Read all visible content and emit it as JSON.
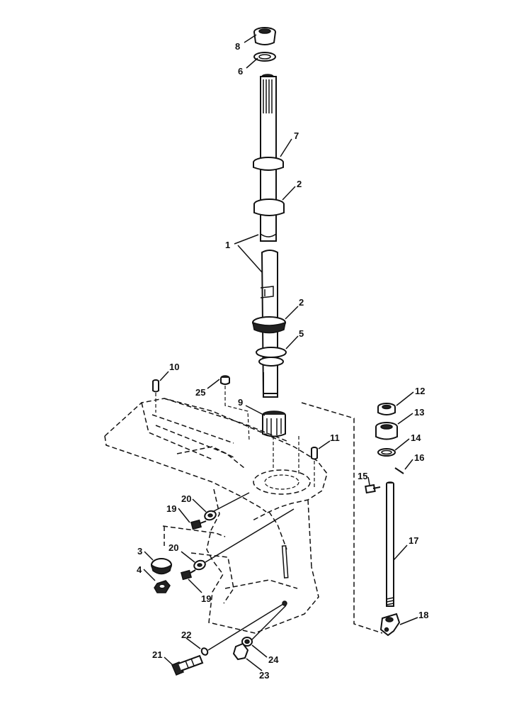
{
  "callouts": {
    "c1": "1",
    "c2a": "2",
    "c2b": "2",
    "c3": "3",
    "c4": "4",
    "c5": "5",
    "c6": "6",
    "c7": "7",
    "c8": "8",
    "c9": "9",
    "c10": "10",
    "c11": "11",
    "c12": "12",
    "c13": "13",
    "c14": "14",
    "c15": "15",
    "c16": "16",
    "c17": "17",
    "c18": "18",
    "c19a": "19",
    "c19b": "19",
    "c20a": "20",
    "c20b": "20",
    "c21": "21",
    "c22": "22",
    "c23": "23",
    "c24": "24",
    "c25": "25"
  }
}
